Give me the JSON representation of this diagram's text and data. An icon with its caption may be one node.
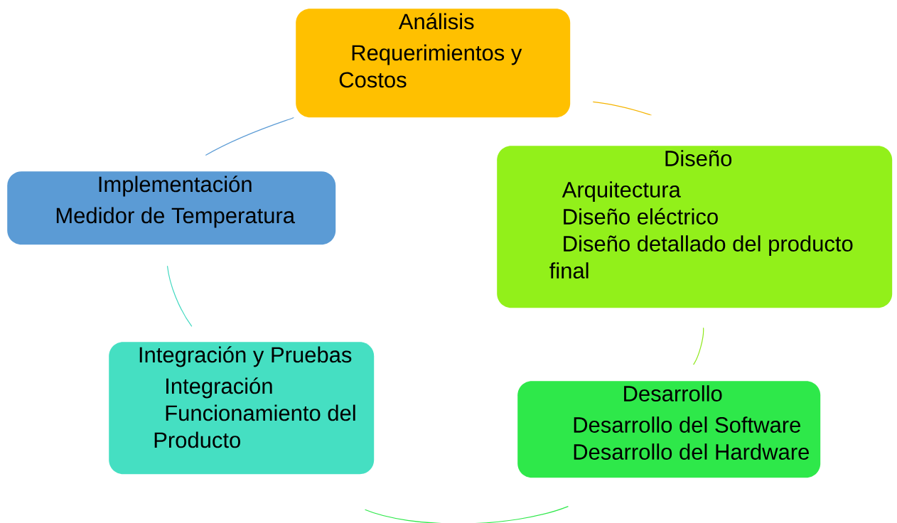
{
  "diagram": {
    "nodes": [
      {
        "text": [
          "Análisis",
          "Requerimientos y Costos"
        ]
      },
      {
        "text": [
          "Diseño",
          "Arquitectura",
          "Diseño eléctrico",
          "Diseño detallado del producto final"
        ]
      },
      {
        "text": [
          "Desarrollo",
          "Desarrollo del Software",
          "Desarrollo del Hardware"
        ]
      },
      {
        "text": [
          "Integración y Pruebas",
          "Integración",
          "Funcionamiento del Producto"
        ]
      },
      {
        "text": [
          "Implementación",
          "Medidor de Temperatura"
        ]
      }
    ],
    "edges": [
      {
        "from": 0,
        "to": 1,
        "arrow": "none",
        "color": "#f5b400"
      },
      {
        "from": 1,
        "to": 2,
        "arrow": "none",
        "color": "#8ee81a"
      },
      {
        "from": 2,
        "to": 3,
        "arrow": "none",
        "color": "#2ee84a"
      },
      {
        "from": 3,
        "to": 4,
        "arrow": "none",
        "color": "#40d8c0"
      },
      {
        "from": 4,
        "to": 0,
        "arrow": "none",
        "color": "#5b9bd5"
      }
    ]
  }
}
